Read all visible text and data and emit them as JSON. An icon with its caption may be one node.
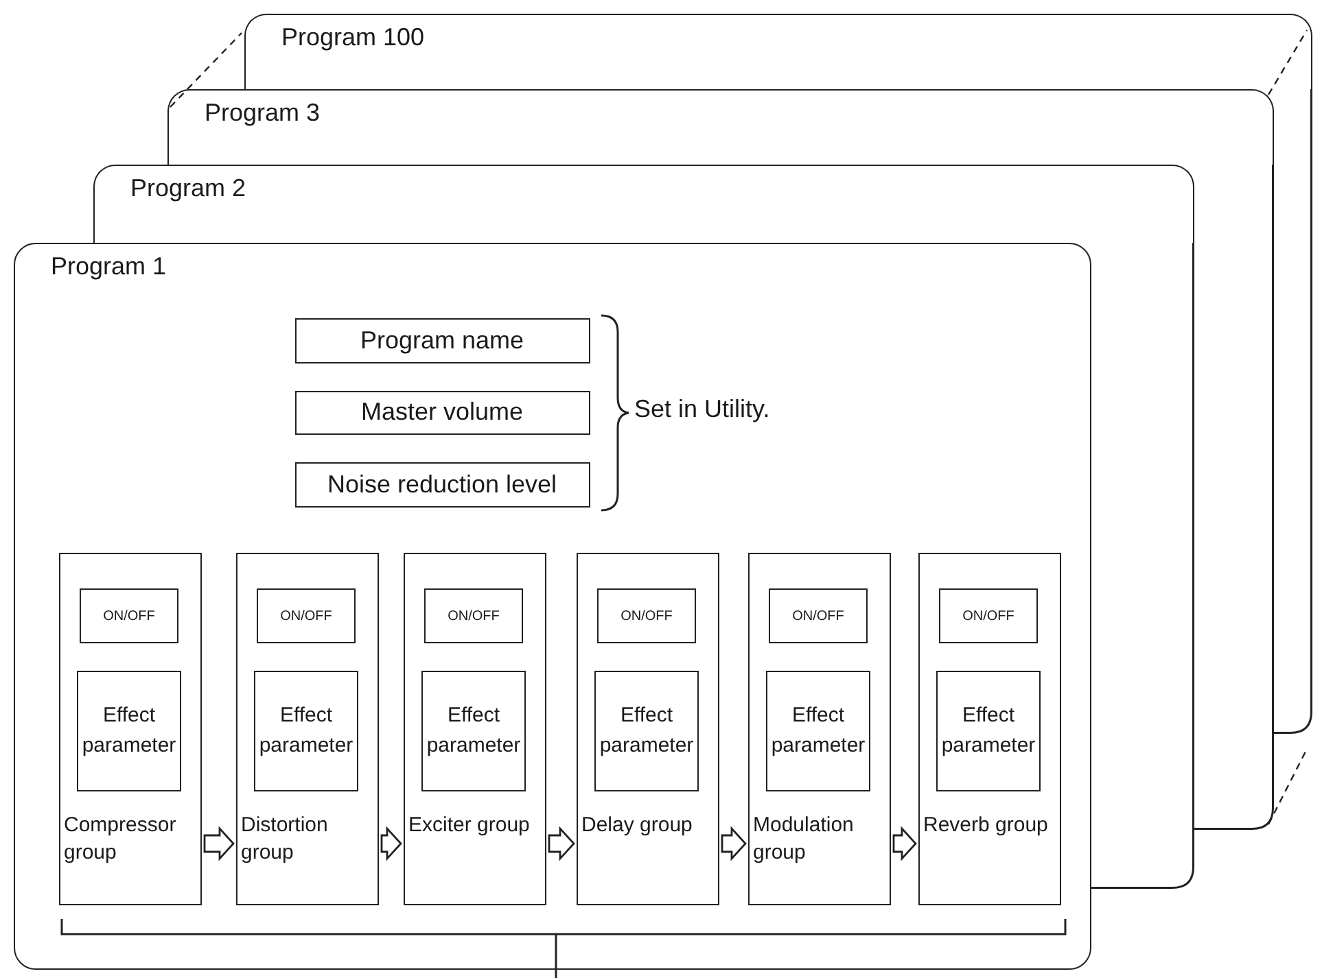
{
  "diagram": {
    "nodes": [
      {
        "text": [
          "Program 100"
        ]
      },
      {
        "text": [
          "Program 3"
        ]
      },
      {
        "text": [
          "Program 2"
        ]
      },
      {
        "text": [
          "Program 1"
        ]
      },
      {
        "text": [
          "Program name"
        ],
        "in": 3
      },
      {
        "text": [
          "Master volume"
        ],
        "in": 3
      },
      {
        "text": [
          "Noise reduction level"
        ],
        "in": 3
      },
      {
        "text": [
          "Compressor group"
        ],
        "in": 3
      },
      {
        "text": [
          "ON/OFF"
        ],
        "in": 7
      },
      {
        "text": [
          "Effect parameter"
        ],
        "in": 7
      },
      {
        "text": [
          "Distortion group"
        ],
        "in": 3
      },
      {
        "text": [
          "ON/OFF"
        ],
        "in": 10
      },
      {
        "text": [
          "Effect parameter"
        ],
        "in": 10
      },
      {
        "text": [
          "Exciter group"
        ],
        "in": 3
      },
      {
        "text": [
          "ON/OFF"
        ],
        "in": 13
      },
      {
        "text": [
          "Effect parameter"
        ],
        "in": 13
      },
      {
        "text": [
          "Delay group"
        ],
        "in": 3
      },
      {
        "text": [
          "ON/OFF"
        ],
        "in": 16
      },
      {
        "text": [
          "Effect parameter"
        ],
        "in": 16
      },
      {
        "text": [
          "Modulation group"
        ],
        "in": 3
      },
      {
        "text": [
          "ON/OFF"
        ],
        "in": 19
      },
      {
        "text": [
          "Effect parameter"
        ],
        "in": 19
      },
      {
        "text": [
          "Reverb group"
        ],
        "in": 3
      },
      {
        "text": [
          "ON/OFF"
        ],
        "in": 22
      },
      {
        "text": [
          "Effect parameter"
        ],
        "in": 22
      }
    ],
    "edges": [
      {
        "from": 7,
        "to": 10,
        "arrow": "to"
      },
      {
        "from": 10,
        "to": 13,
        "arrow": "to"
      },
      {
        "from": 13,
        "to": 16,
        "arrow": "to"
      },
      {
        "from": 16,
        "to": 19,
        "arrow": "to"
      },
      {
        "from": 19,
        "to": 22,
        "arrow": "to"
      }
    ],
    "labels": [
      "Set in Utility."
    ]
  }
}
